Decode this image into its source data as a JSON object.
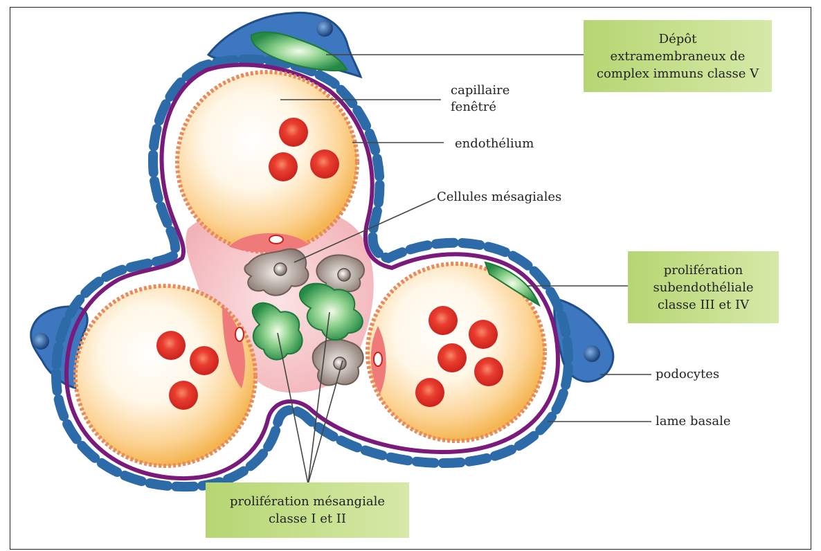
{
  "labels": {
    "depot_line1": "Dépôt",
    "depot_line2": "extramembraneux de",
    "depot_line3": "complex immuns classe V",
    "capillaire_line1": "capillaire",
    "capillaire_line2": "fenêtré",
    "endothelium": "endothélium",
    "cellules_mesagiales": "Cellules mésagiales",
    "proliferation_sub_line1": "prolifération",
    "proliferation_sub_line2": "subendothéliale",
    "proliferation_sub_line3": "classe III et IV",
    "podocytes": "podocytes",
    "lame_basale": "lame basale",
    "proliferation_mes_line1": "prolifération mésangiale",
    "proliferation_mes_line2": "classe I et II"
  },
  "colors": {
    "podocyte_blue": "#2a5e9e",
    "basement_membrane_purple": "#7a1a7a",
    "capillary_fill": "#fbc86a",
    "red_blood_cell": "#e2322a",
    "mesangial_pink": "#f6c3c6",
    "mesangial_cell_gray": "#8d7d75",
    "proliferation_green": "#2e9a4e",
    "label_box_green": "#b6d672"
  }
}
